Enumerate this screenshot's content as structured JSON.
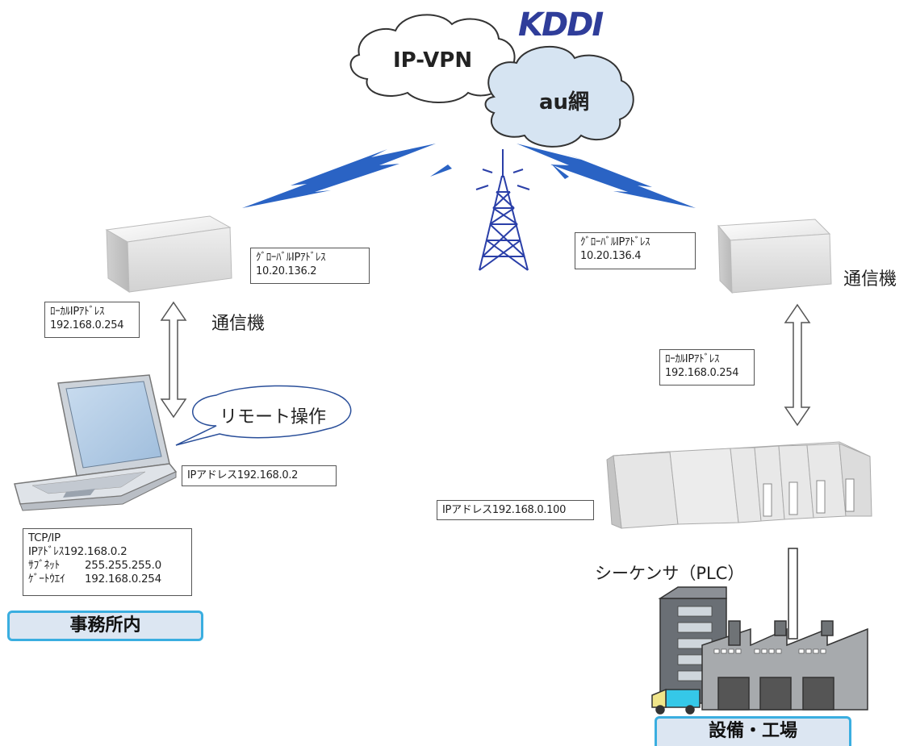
{
  "network": {
    "carrier_logo": "KDDI",
    "cloud_vpn": "IP-VPN",
    "cloud_au": "au網"
  },
  "left_site": {
    "global_box": {
      "label": "ｸﾞﾛｰﾊﾞﾙIPｱﾄﾞﾚｽ",
      "value": "10.20.136.2"
    },
    "local_box": {
      "label": "ﾛｰｶﾙIPｱﾄﾞﾚｽ",
      "value": "192.168.0.254"
    },
    "device_label": "通信機",
    "speech_bubble": "リモート操作",
    "pc_ip": "IPアドレス192.168.0.2",
    "tcp_box": {
      "line1": "TCP/IP",
      "line2": "IPｱﾄﾞﾚｽ192.168.0.2",
      "subnet_label": "ｻﾌﾞﾈｯﾄ",
      "subnet_value": "255.255.255.0",
      "gateway_label": "ｹﾞｰﾄｳｴｲ",
      "gateway_value": "192.168.0.254"
    },
    "site_tag": "事務所内"
  },
  "right_site": {
    "global_box": {
      "label": "ｸﾞﾛｰﾊﾞﾙIPｱﾄﾞﾚｽ",
      "value": "10.20.136.4"
    },
    "local_box": {
      "label": "ﾛｰｶﾙIPｱﾄﾞﾚｽ",
      "value": "192.168.0.254"
    },
    "device_label": "通信機",
    "plc_ip": "IPアドレス192.168.0.100",
    "plc_label": "シーケンサ（PLC）",
    "site_tag": "設備・工場"
  },
  "colors": {
    "lightning": "#2a63c4",
    "tower": "#2a3fa8",
    "tag_border": "#3aaee0",
    "tag_fill": "#dce6f2",
    "logo": "#2f3d9a"
  }
}
